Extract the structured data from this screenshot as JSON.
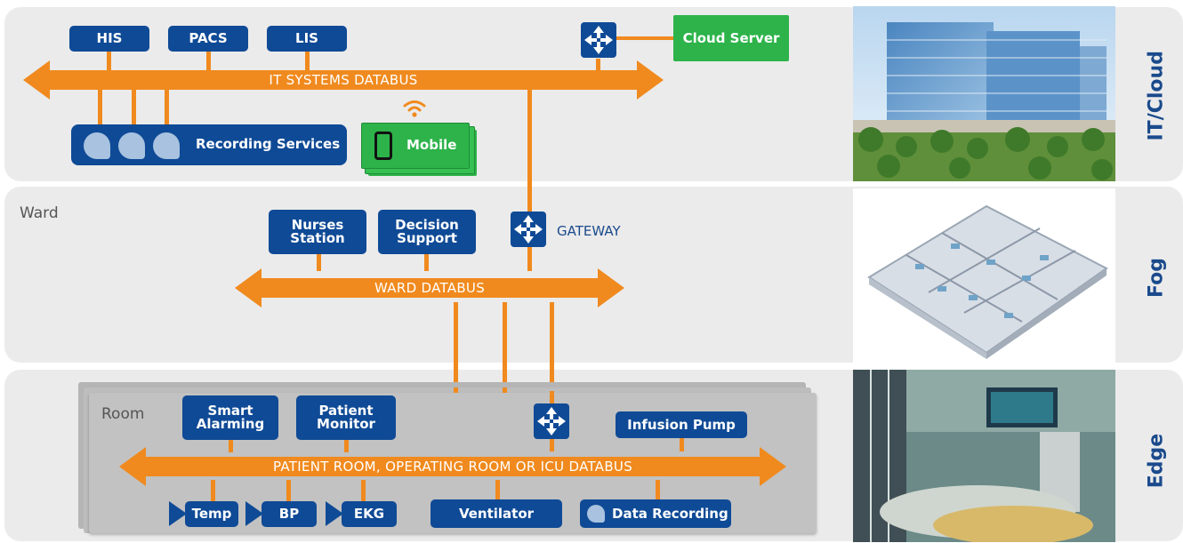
{
  "tiers": {
    "cloud": {
      "label": "IT/Cloud"
    },
    "fog": {
      "label": "Fog"
    },
    "edge": {
      "label": "Edge"
    }
  },
  "cloud_tier": {
    "boxes": {
      "his": "HIS",
      "pacs": "PACS",
      "lis": "LIS",
      "cloud_server": "Cloud Server",
      "recording_services": "Recording Services",
      "mobile": "Mobile"
    },
    "bus": "IT SYSTEMS DATABUS"
  },
  "ward_tier": {
    "title": "Ward",
    "boxes": {
      "nurses_1": "Nurses",
      "nurses_2": "Station",
      "decision_1": "Decision",
      "decision_2": "Support"
    },
    "gateway": "GATEWAY",
    "bus": "WARD DATABUS"
  },
  "room_tier": {
    "title": "Room",
    "boxes": {
      "smart_1": "Smart",
      "smart_2": "Alarming",
      "monitor_1": "Patient",
      "monitor_2": "Monitor",
      "infusion": "Infusion Pump",
      "temp": "Temp",
      "bp": "BP",
      "ekg": "EKG",
      "ventilator": "Ventilator",
      "data_recording": "Data Recording"
    },
    "bus": "PATIENT ROOM, OPERATING ROOM OR ICU DATABUS"
  },
  "colors": {
    "bus": "#f08a1e",
    "box": "#0f4a96",
    "green": "#2db34a",
    "tier_bg": "#ebebeb",
    "label": "#1a4a8c"
  }
}
